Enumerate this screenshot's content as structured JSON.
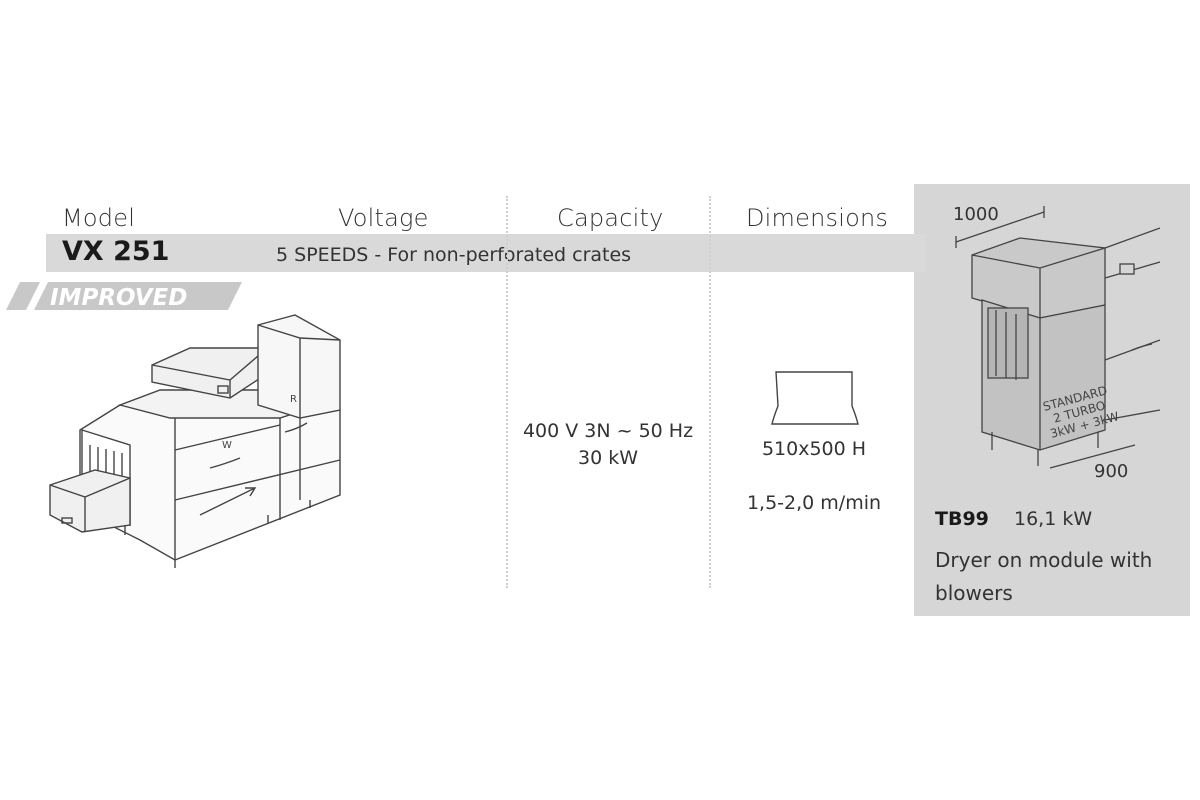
{
  "headers": {
    "model": "Model",
    "voltage": "Voltage",
    "capacity": "Capacity",
    "dimensions": "Dimensions"
  },
  "product": {
    "model": "VX 251",
    "speeds_description": "5 SPEEDS - For non-perforated crates",
    "badge": "IMPROVED",
    "voltage_line1": "400 V 3N ~ 50 Hz",
    "voltage_line2": "30 kW",
    "crate_dimensions": "510x500 H",
    "speed_range": "1,5-2,0 m/min"
  },
  "machine_labels": {
    "wash": "W",
    "rinse": "R"
  },
  "option": {
    "width_label": "1000",
    "depth_label": "900",
    "plate_line1": "STANDARD",
    "plate_line2": "2 TURBO",
    "plate_line3": "3kW + 3kW",
    "code": "TB99",
    "power": "16,1 kW",
    "description": "Dryer on module with blowers"
  },
  "colors": {
    "band": "#d9d9d9",
    "side_panel": "#d6d6d6",
    "badge_fill": "#c8c8c8"
  }
}
